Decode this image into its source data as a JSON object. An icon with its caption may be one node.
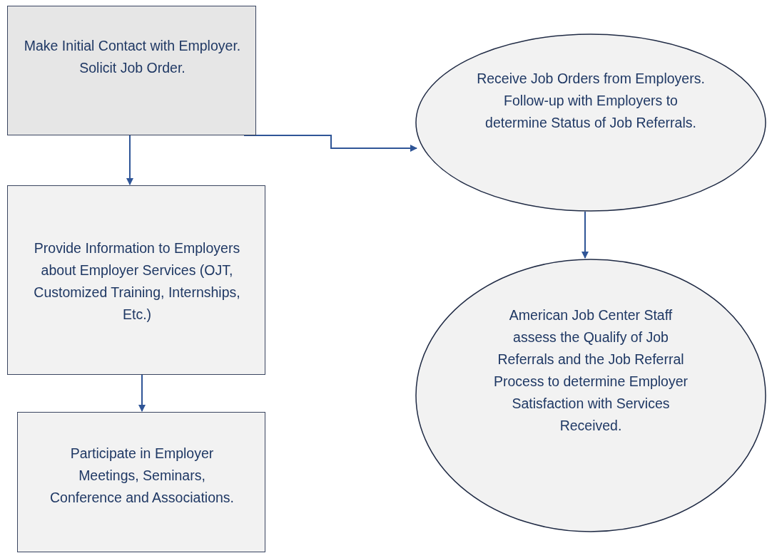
{
  "diagram": {
    "nodes": [
      {
        "text": [
          "Make Initial Contact with Employer. Solicit Job Order."
        ]
      },
      {
        "text": [
          "Provide Information to Employers about Employer Services (OJT, Customized Training, Internships, Etc.)"
        ]
      },
      {
        "text": [
          "Participate in Employer Meetings, Seminars, Conference and Associations."
        ]
      },
      {
        "text": [
          "Receive Job Orders from Employers. Follow-up with Employers to determine Status of Job Referrals."
        ]
      },
      {
        "text": [
          "American Job Center Staff assess the Qualify of Job Referrals and the Job Referral Process to determine Employer Satisfaction with Services Received."
        ]
      }
    ],
    "edges": [
      {
        "from": 0,
        "to": 1,
        "arrow": "to"
      },
      {
        "from": 1,
        "to": 2,
        "arrow": "to"
      },
      {
        "from": 0,
        "to": 3,
        "arrow": "to"
      },
      {
        "from": 3,
        "to": 4,
        "arrow": "to"
      }
    ]
  }
}
